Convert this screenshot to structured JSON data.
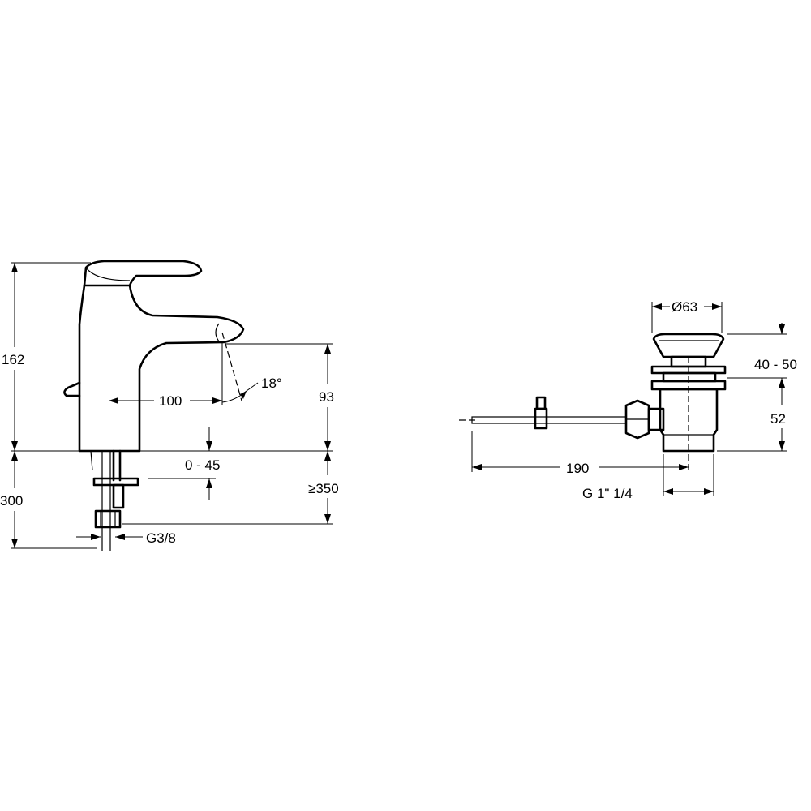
{
  "faucet": {
    "height": "162",
    "spout_reach": "100",
    "spout_angle": "18°",
    "spout_height": "93",
    "deck_thickness": "0 - 45",
    "hose_length": "≥350",
    "below_deck": "300",
    "connection": "G3/8"
  },
  "waste": {
    "diameter": "Ø63",
    "lift": "40 - 50",
    "body_height": "52",
    "rod_length": "190",
    "thread": "G 1\" 1/4"
  }
}
